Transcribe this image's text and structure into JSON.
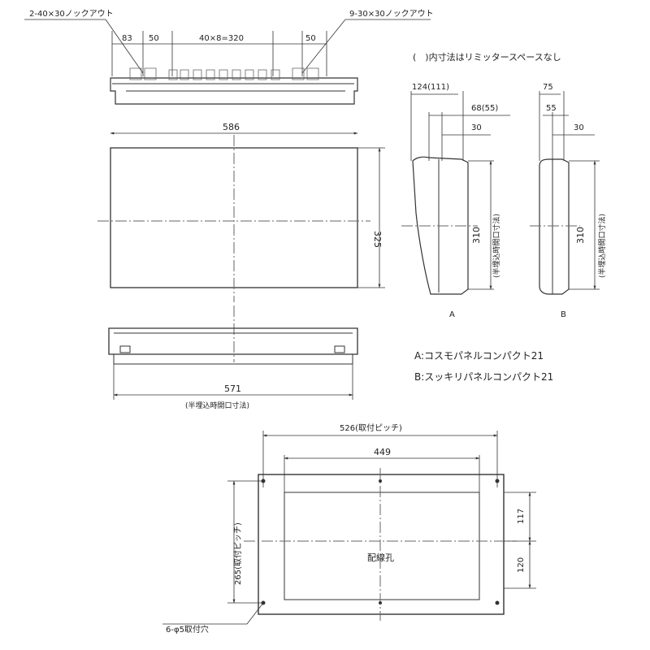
{
  "top_view": {
    "knockout_left_label": "2-40×30ノックアウト",
    "knockout_right_label": "9-30×30ノックアウト",
    "dim_83": "83",
    "dim_50_left": "50",
    "dim_pitch": "40×8=320",
    "dim_50_right": "50"
  },
  "front_view": {
    "width_label": "586",
    "height_label": "325"
  },
  "bottom_view": {
    "width_label": "571",
    "width_note": "(半埋込時開口寸法)"
  },
  "side_views": {
    "note": "(　)内寸法はリミッタースペースなし",
    "a": {
      "dim_depth": "124(111)",
      "dim_68": "68(55)",
      "dim_30": "30",
      "dim_310": "310",
      "note": "(半埋込時開口寸法)",
      "caption": "A"
    },
    "b": {
      "dim_75": "75",
      "dim_55": "55",
      "dim_30": "30",
      "dim_310": "310",
      "note": "(半埋込時開口寸法)",
      "caption": "B"
    },
    "legend_a": "A:コスモパネルコンパクト21",
    "legend_b": "B:スッキリパネルコンパクト21"
  },
  "back_view": {
    "pitch_width": "526(取付ピッチ)",
    "inner_width": "449",
    "pitch_height": "265(取付ピッチ)",
    "dim_117": "117",
    "dim_120": "120",
    "hole_label": "配線孔",
    "mount_holes": "6-φ5取付穴"
  }
}
